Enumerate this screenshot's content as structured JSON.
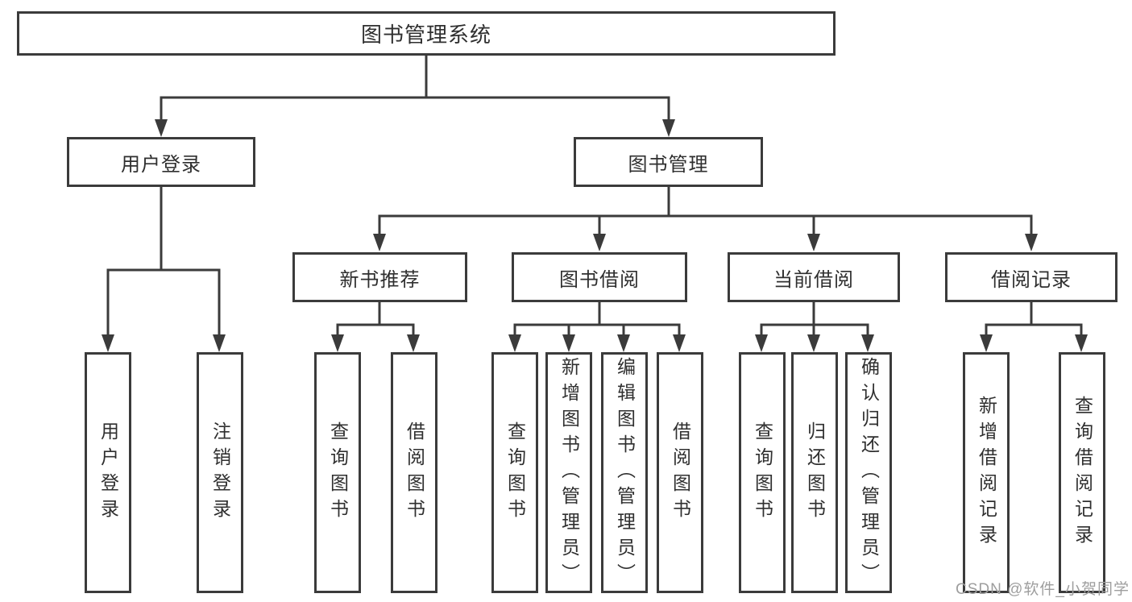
{
  "diagram": {
    "root": {
      "label": "图书管理系统"
    },
    "branches": [
      {
        "label": "用户登录",
        "children": [
          {
            "label": "用户登录"
          },
          {
            "label": "注销登录"
          }
        ]
      },
      {
        "label": "图书管理",
        "children": [
          {
            "label": "新书推荐",
            "children": [
              {
                "label": "查询图书"
              },
              {
                "label": "借阅图书"
              }
            ]
          },
          {
            "label": "图书借阅",
            "children": [
              {
                "label": "查询图书"
              },
              {
                "label": "新增图书（管理员）"
              },
              {
                "label": "编辑图书（管理员）"
              },
              {
                "label": "借阅图书"
              }
            ]
          },
          {
            "label": "当前借阅",
            "children": [
              {
                "label": "查询图书"
              },
              {
                "label": "归还图书"
              },
              {
                "label": "确认归还（管理员）"
              }
            ]
          },
          {
            "label": "借阅记录",
            "children": [
              {
                "label": "新增借阅记录"
              },
              {
                "label": "查询借阅记录"
              }
            ]
          }
        ]
      }
    ]
  },
  "watermark": {
    "text": "CSDN @软件_小贺同学"
  },
  "colors": {
    "line": "#3b3b3b",
    "text": "#2f2f2f",
    "watermark": "#9e9e9e",
    "background": "#ffffff"
  }
}
